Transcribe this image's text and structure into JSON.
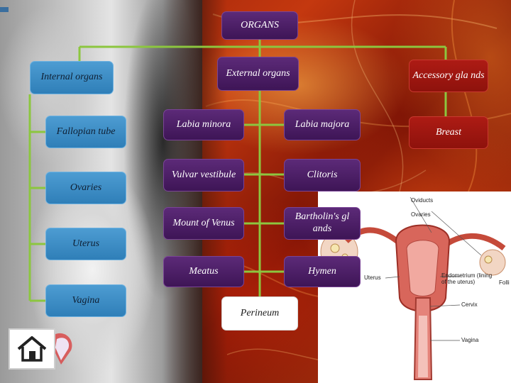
{
  "diagram": {
    "root": "ORGANS",
    "branches": {
      "internal": {
        "label": "Internal organs",
        "items": [
          "Fallopian tube",
          "Ovaries",
          "Uterus",
          "Vagina"
        ]
      },
      "external": {
        "label": "External organs",
        "left_items": [
          "Labia minora",
          "Vulvar vestibule",
          "Mount of Venus",
          "Meatus"
        ],
        "right_items": [
          "Labia majora",
          "Clitoris",
          "Bartholin's gl ands",
          "Hymen"
        ],
        "bottom_item": "Perineum"
      },
      "accessory": {
        "label": "Accessory gla nds",
        "items": [
          "Breast"
        ]
      }
    }
  },
  "anatomy_image": {
    "labels": [
      "Oviducts",
      "Ovaries",
      "Uterus",
      "Endometrium (lining of the uterus)",
      "Cervix",
      "Vagina",
      "Folli"
    ]
  },
  "navigation": {
    "home_icon": "home-icon"
  },
  "colors": {
    "connector": "#8cc63f",
    "internal_nodes": "#3d8fc9",
    "external_nodes": "#4b1d66",
    "root_node": "#4b1d66",
    "accessory_nodes": "#a8170f",
    "perineum_node": "#ffffff"
  }
}
